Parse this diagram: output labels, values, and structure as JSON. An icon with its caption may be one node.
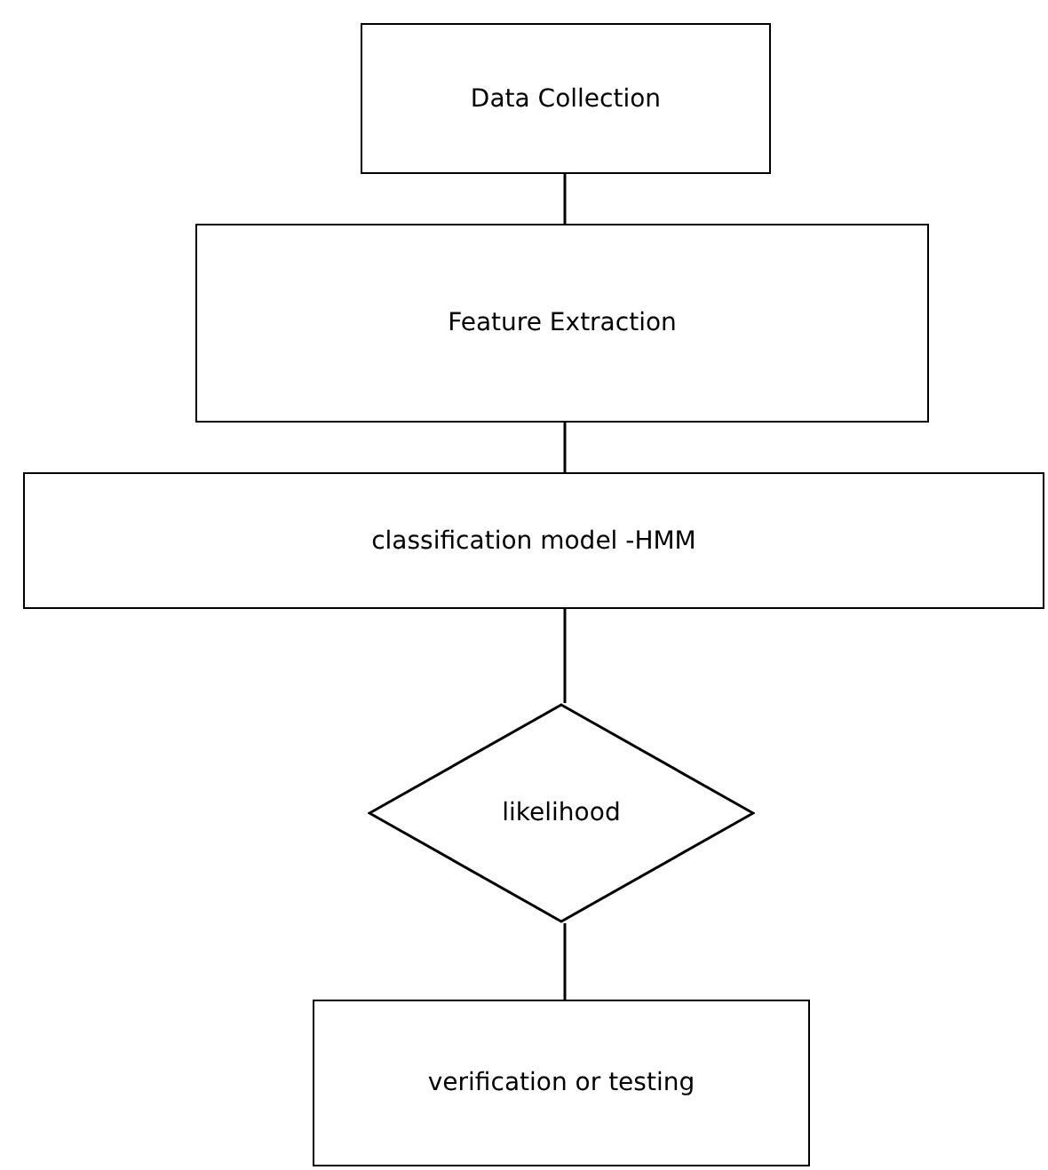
{
  "diagram": {
    "nodes": [
      {
        "text": [
          "Data Collection"
        ]
      },
      {
        "text": [
          "Feature Extraction"
        ]
      },
      {
        "text": [
          "classification model -HMM"
        ]
      },
      {
        "text": [
          "likelihood"
        ]
      },
      {
        "text": [
          "verification or testing"
        ]
      }
    ],
    "edges": [
      {
        "from": 0,
        "to": 1,
        "arrow": "none"
      },
      {
        "from": 1,
        "to": 2,
        "arrow": "none"
      },
      {
        "from": 2,
        "to": 3,
        "arrow": "none"
      },
      {
        "from": 3,
        "to": 4,
        "arrow": "none"
      }
    ]
  }
}
